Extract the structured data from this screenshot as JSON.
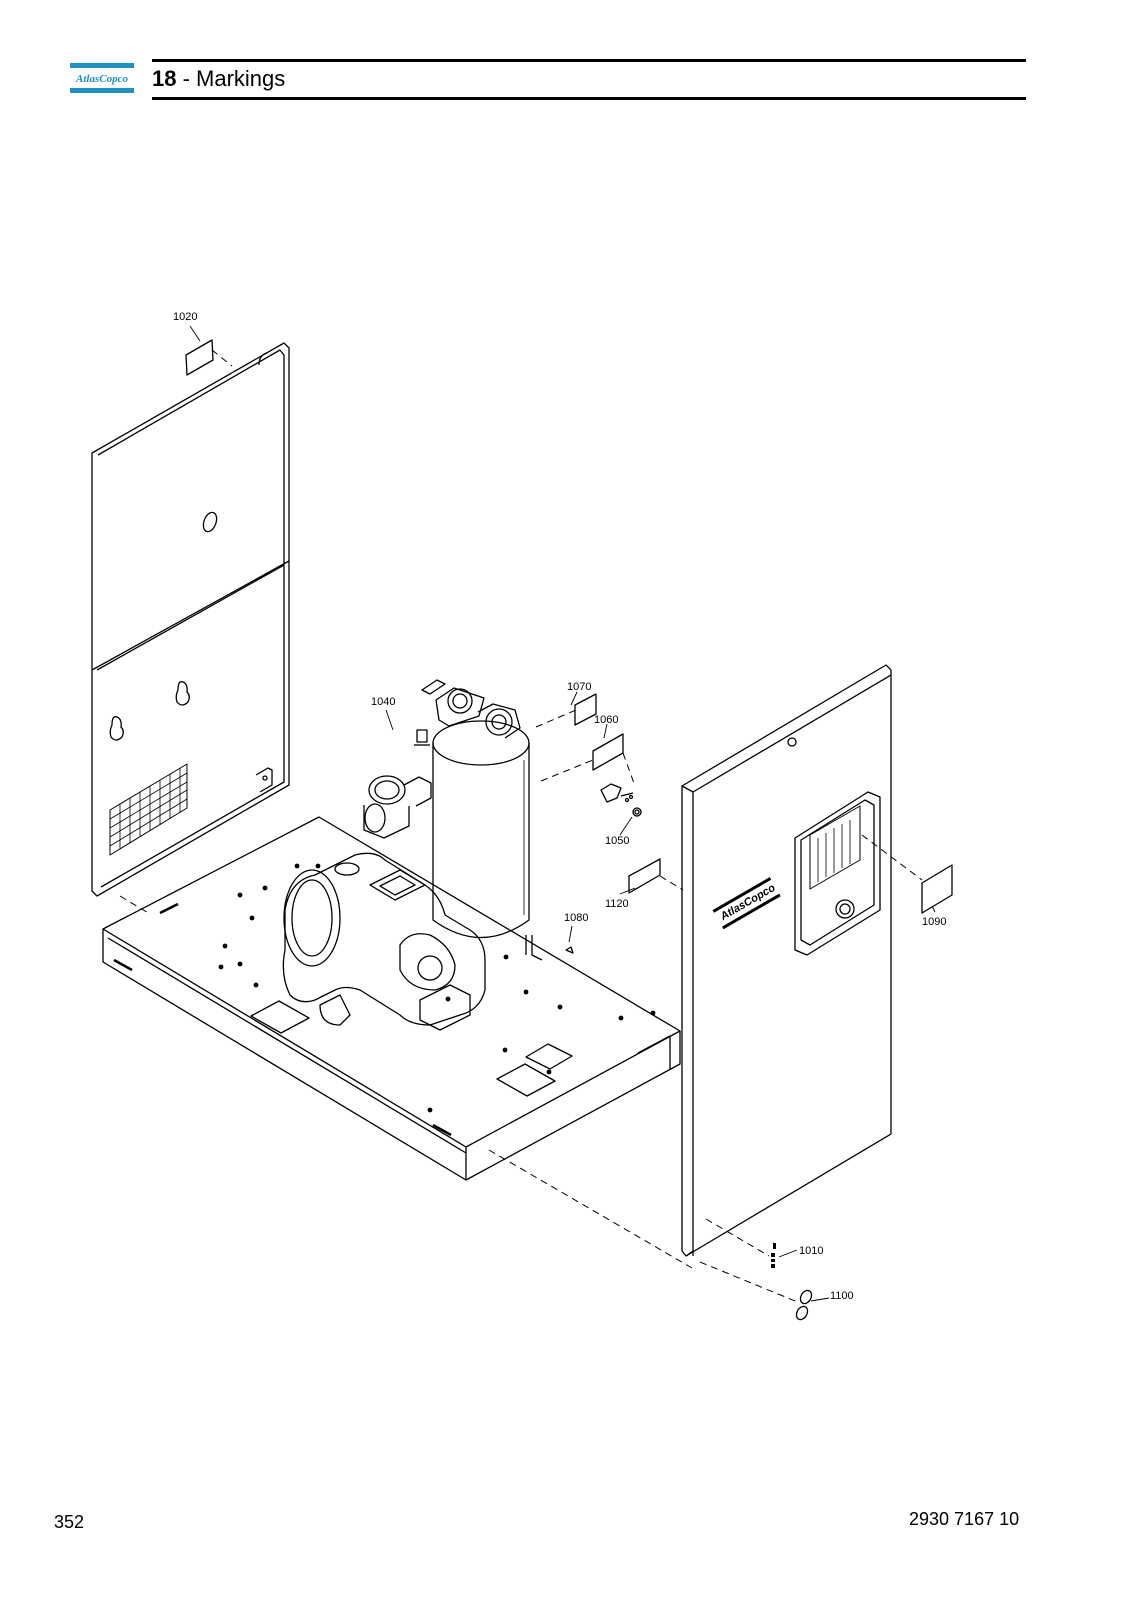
{
  "header": {
    "logo_text": "AtlasCopco",
    "section_number": "18",
    "section_title": " - Markings"
  },
  "callouts": {
    "c1010": "1010",
    "c1020": "1020",
    "c1040": "1040",
    "c1050": "1050",
    "c1060": "1060",
    "c1070": "1070",
    "c1080": "1080",
    "c1090": "1090",
    "c1100": "1100",
    "c1120": "1120"
  },
  "panel_brand": "AtlasCopco",
  "footer": {
    "page_number": "352",
    "document_number": "2930 7167 10"
  }
}
